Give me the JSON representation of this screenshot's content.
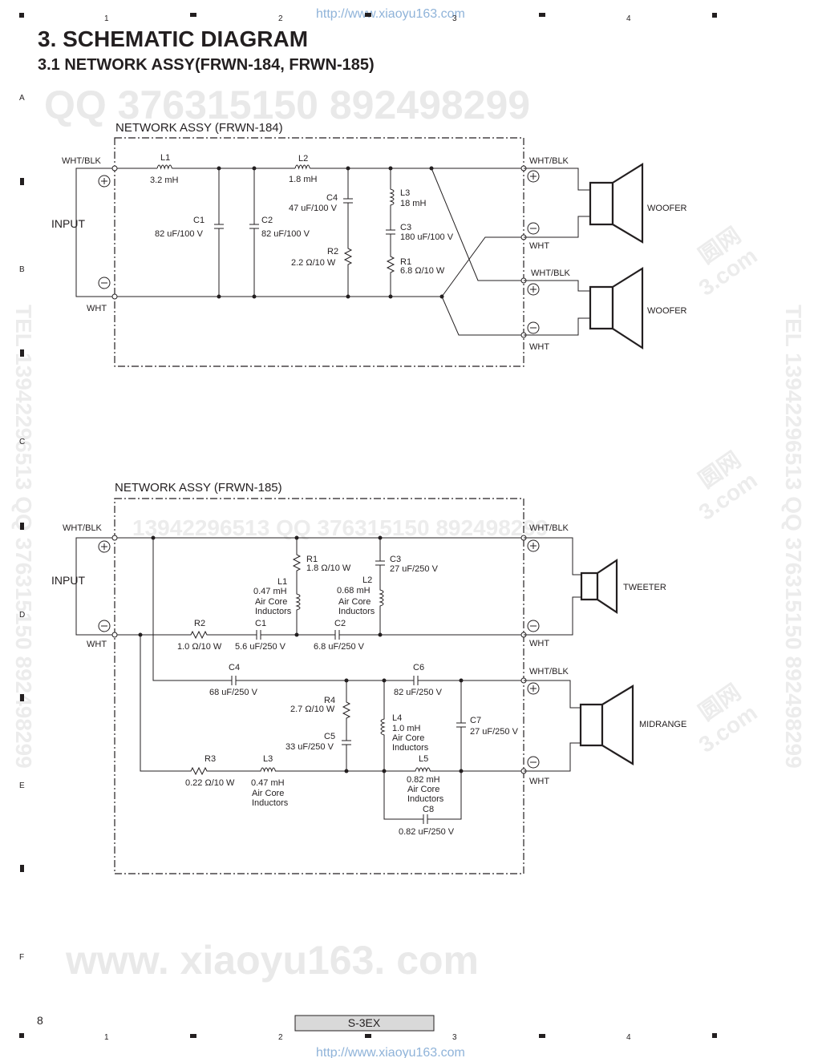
{
  "header": {
    "title": "3. SCHEMATIC DIAGRAM",
    "subtitle": "3.1  NETWORK ASSY(FRWN-184, FRWN-185)"
  },
  "watermark": {
    "url": "http://www.xiaoyu163.com",
    "qq_line": "QQ 376315150   892498299",
    "bottom": "www. xiaoyu163. com",
    "mid_line": "13942296513        QQ  376315150   892498299",
    "side_left": "TEL 13942296513  QQ 376315150  892498299",
    "side_right": "TEL 13942296513  QQ 376315150  892498299",
    "stamp_a": "圆网",
    "stamp_b": "3.com"
  },
  "grid": {
    "columns": [
      "1",
      "2",
      "3",
      "4"
    ],
    "rows": [
      "A",
      "B",
      "C",
      "D",
      "E",
      "F"
    ]
  },
  "footer": {
    "page_number": "8",
    "model": "S-3EX"
  },
  "frwn184": {
    "title": "NETWORK ASSY (FRWN-184)",
    "input": "INPUT",
    "in_pos": "WHT/BLK",
    "in_neg": "WHT",
    "L1": "L1",
    "L1_val": "3.2 mH",
    "L2": "L2",
    "L2_val": "1.8 mH",
    "C1": "C1",
    "C1_val": "82 uF/100 V",
    "C2": "C2",
    "C2_val": "82 uF/100 V",
    "C4": "C4",
    "C4_val": "47 uF/100 V",
    "R2": "R2",
    "R2_val": "2.2 Ω/10 W",
    "L3": "L3",
    "L3_val": "18 mH",
    "C3": "C3",
    "C3_val": "180 uF/100 V",
    "R1": "R1",
    "R1_val": "6.8 Ω/10 W",
    "out1_pos": "WHT/BLK",
    "out1_neg": "WHT",
    "out2_pos": "WHT/BLK",
    "out2_neg": "WHT",
    "woofer1": "WOOFER",
    "woofer2": "WOOFER"
  },
  "frwn185": {
    "title": "NETWORK ASSY (FRWN-185)",
    "input": "INPUT",
    "in_pos": "WHT/BLK",
    "in_neg": "WHT",
    "R1": "R1",
    "R1_val": "1.8 Ω/10 W",
    "C3": "C3",
    "C3_val": "27 uF/250 V",
    "L1": "L1",
    "L1_val": "0.47 mH",
    "L1_n1": "Air Core",
    "L1_n2": "Inductors",
    "L2": "L2",
    "L2_val": "0.68 mH",
    "L2_n1": "Air Core",
    "L2_n2": "Inductors",
    "R2": "R2",
    "R2_val": "1.0 Ω/10 W",
    "C1": "C1",
    "C1_val": "5.6 uF/250 V",
    "C2": "C2",
    "C2_val": "6.8 uF/250 V",
    "C4": "C4",
    "C4_val": "68 uF/250 V",
    "C6": "C6",
    "C6_val": "82 uF/250 V",
    "R4": "R4",
    "R4_val": "2.7 Ω/10 W",
    "C5": "C5",
    "C5_val": "33 uF/250 V",
    "L4": "L4",
    "L4_val": "1.0 mH",
    "L4_n1": "Air Core",
    "L4_n2": "Inductors",
    "C7": "C7",
    "C7_val": "27 uF/250 V",
    "R3": "R3",
    "R3_val": "0.22 Ω/10 W",
    "L3": "L3",
    "L3_val": "0.47 mH",
    "L3_n1": "Air Core",
    "L3_n2": "Inductors",
    "L5": "L5",
    "L5_val": "0.82 mH",
    "L5_n1": "Air Core",
    "L5_n2": "Inductors",
    "C8": "C8",
    "C8_val": "0.82 uF/250 V",
    "tw_pos": "WHT/BLK",
    "tw_neg": "WHT",
    "mid_pos": "WHT/BLK",
    "mid_neg": "WHT",
    "tweeter": "TWEETER",
    "midrange": "MIDRANGE"
  }
}
